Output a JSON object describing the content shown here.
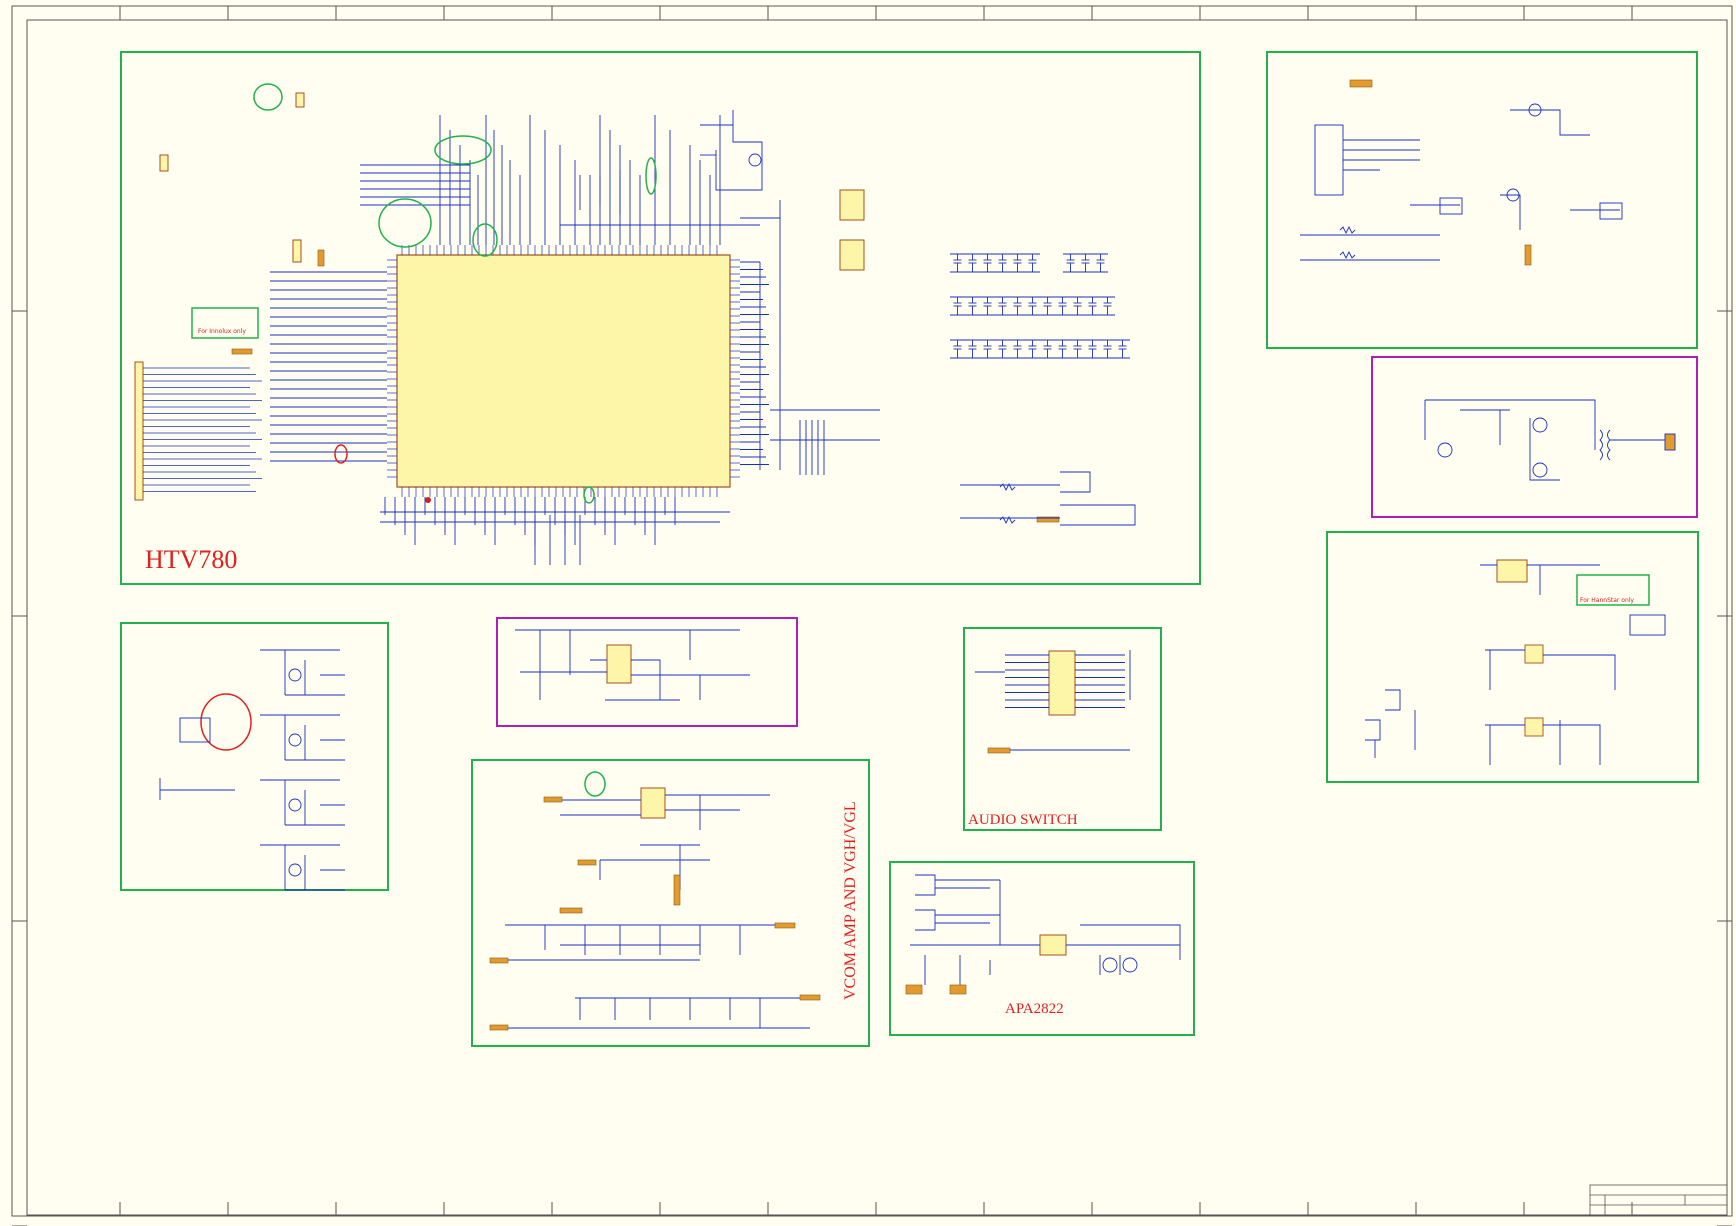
{
  "labels": {
    "htv780": "HTV780",
    "vcom": "VCOM AMP AND VGH/VGL",
    "audio_switch": "AUDIO SWITCH",
    "apa2822": "APA2822"
  },
  "colors": {
    "background": "#fffef0",
    "frame": "#555555",
    "wire": "#1a2fbf",
    "block_green": "#22b14c",
    "block_magenta": "#b020b0",
    "chip_fill": "#fdf6a8",
    "chip_stroke": "#a05020",
    "connector": "#e39b2f",
    "annotation_red": "#e02020"
  },
  "icons": {
    "chip": "ic-package",
    "capacitor": "capacitor-symbol",
    "resistor": "resistor-symbol",
    "transistor": "transistor-symbol",
    "port": "connector-port"
  }
}
